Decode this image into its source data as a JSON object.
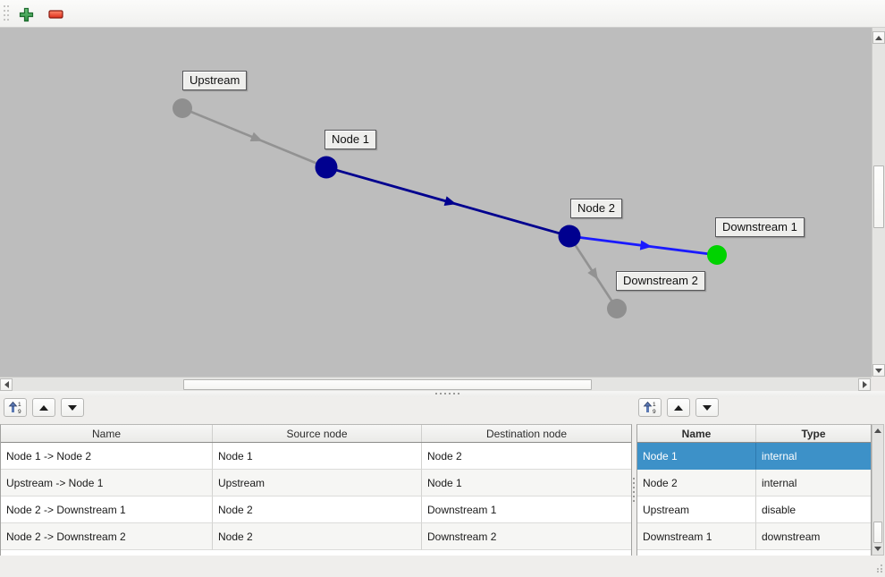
{
  "toolbar": {
    "add_label": "add-node",
    "remove_label": "remove-node"
  },
  "canvas": {
    "nodes": [
      {
        "label": "Upstream",
        "type": "disable",
        "color": "#8f8f8f"
      },
      {
        "label": "Node 1",
        "type": "internal",
        "color": "#00008f"
      },
      {
        "label": "Node 2",
        "type": "internal",
        "color": "#00008f"
      },
      {
        "label": "Downstream 1",
        "type": "downstream",
        "color": "#00d300"
      },
      {
        "label": "Downstream 2",
        "type": "disable",
        "color": "#8f8f8f"
      }
    ],
    "edges": [
      {
        "name": "Upstream -> Node 1",
        "color": "#929292"
      },
      {
        "name": "Node 1 -> Node 2",
        "color": "#00008f"
      },
      {
        "name": "Node 2 -> Downstream 1",
        "color": "#1a1aff"
      },
      {
        "name": "Node 2 -> Downstream 2",
        "color": "#929292"
      }
    ]
  },
  "edges_panel": {
    "headers": {
      "name": "Name",
      "source": "Source node",
      "destination": "Destination node"
    },
    "rows": [
      {
        "name": "Node 1 -> Node 2",
        "source": "Node 1",
        "destination": "Node 2"
      },
      {
        "name": "Upstream -> Node 1",
        "source": "Upstream",
        "destination": "Node 1"
      },
      {
        "name": "Node 2 -> Downstream 1",
        "source": "Node 2",
        "destination": "Downstream 1"
      },
      {
        "name": "Node 2 -> Downstream 2",
        "source": "Node 2",
        "destination": "Downstream 2"
      }
    ]
  },
  "nodes_panel": {
    "headers": {
      "name": "Name",
      "type": "Type"
    },
    "selected_row": "Node 1",
    "rows": [
      {
        "name": "Node 1",
        "type": "internal"
      },
      {
        "name": "Node 2",
        "type": "internal"
      },
      {
        "name": "Upstream",
        "type": "disable"
      },
      {
        "name": "Downstream 1",
        "type": "downstream"
      }
    ]
  },
  "colors": {
    "canvas_bg": "#bdbdbd",
    "selection_blue": "#3d91c8",
    "node_internal": "#00008f",
    "node_downstream": "#00d300",
    "node_disabled": "#8f8f8f",
    "edge_active": "#1a1aff",
    "add_icon_green": "#44a854",
    "remove_icon_red": "#ee4430"
  }
}
